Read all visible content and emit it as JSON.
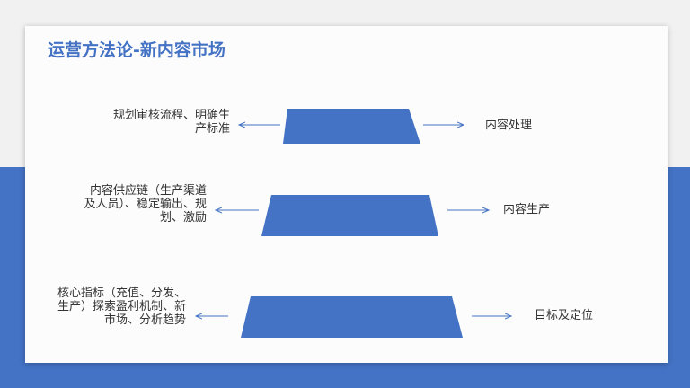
{
  "title": "运营方法论-新内容市场",
  "colors": {
    "accent": "#4472c4",
    "arrow": "#4472c4",
    "text": "#333333"
  },
  "levels": [
    {
      "left_text": "规划审核流程、明确生产标准",
      "right_text": "内容处理"
    },
    {
      "left_text": "内容供应链（生产渠道及人员）、稳定输出、规划、激励",
      "right_text": "内容生产"
    },
    {
      "left_text": "核心指标（充值、分发、生产）探索盈利机制、新市场、分析趋势",
      "right_text": "目标及定位"
    }
  ]
}
